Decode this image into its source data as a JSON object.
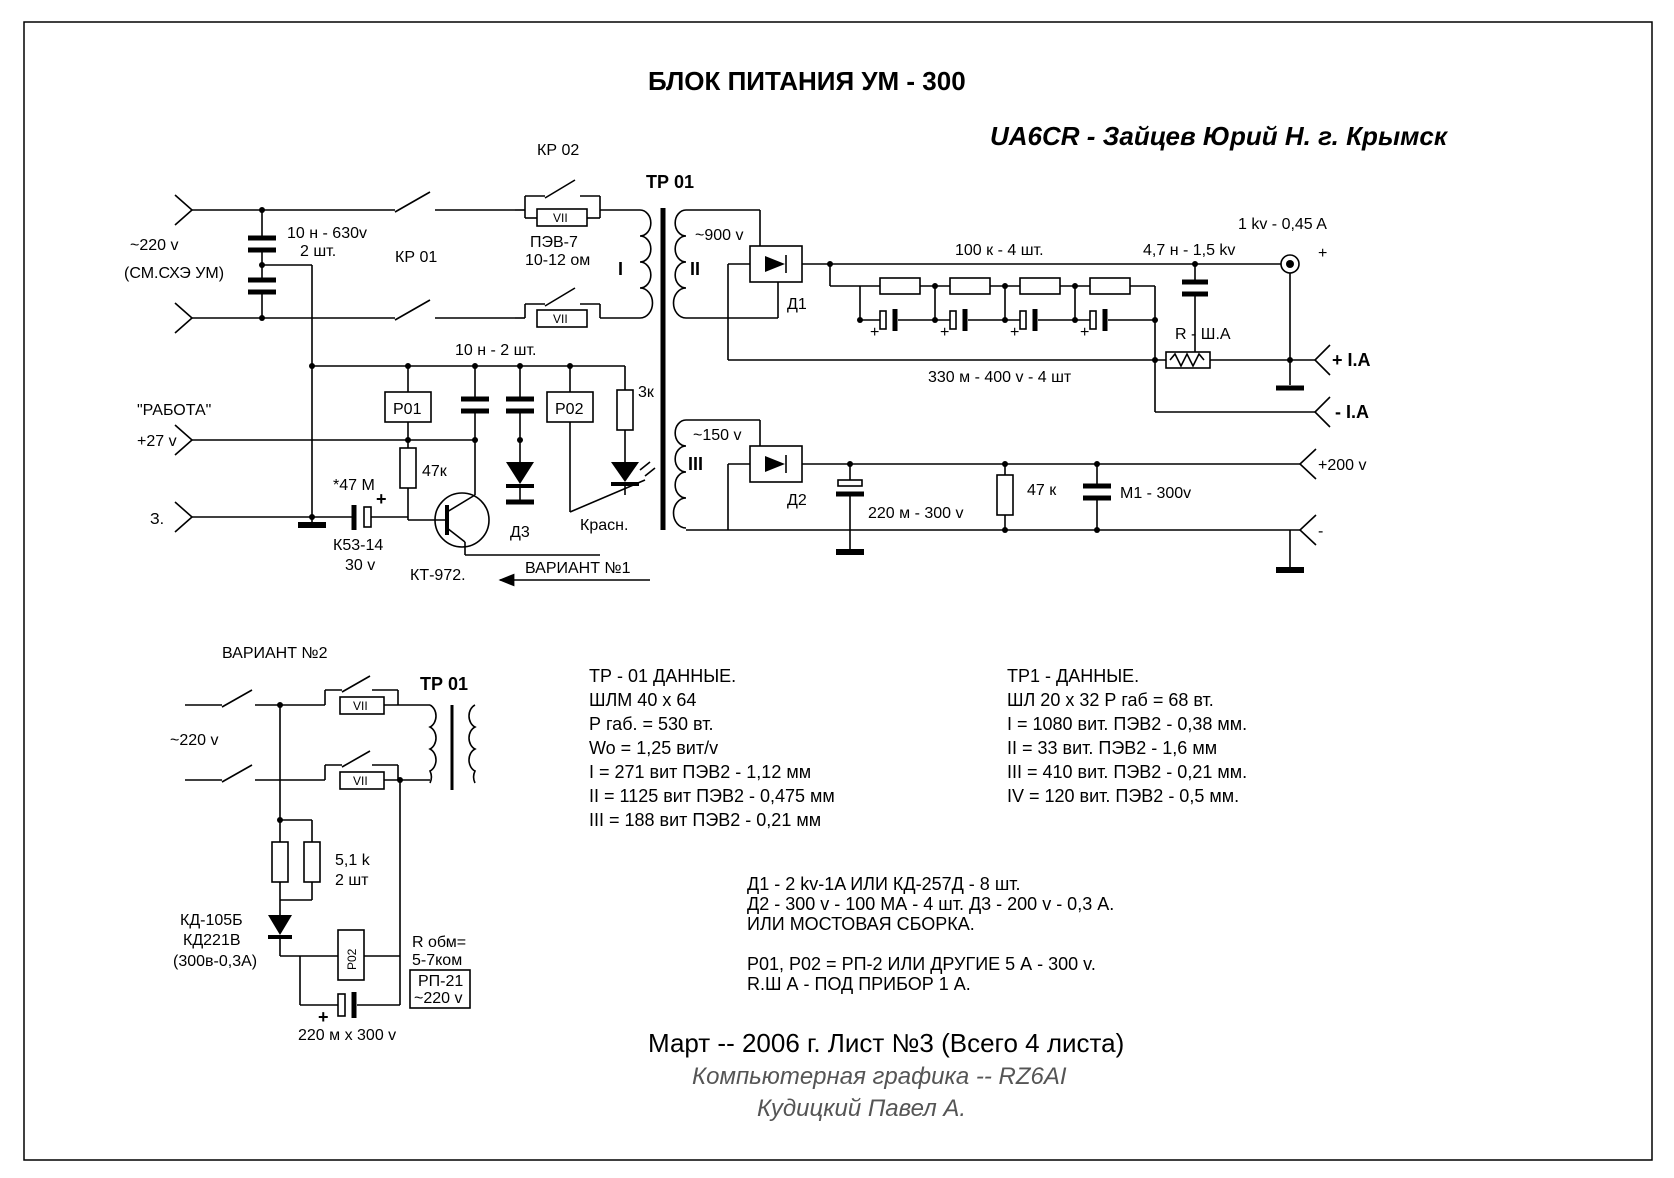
{
  "title": "БЛОК ПИТАНИЯ УМ - 300",
  "author": "UA6CR - Зайцев Юрий Н. г. Крымск",
  "schematic": {
    "mains_input": "~220 v",
    "mains_ref": "(СМ.СХЭ УМ)",
    "filter_caps": "10 н - 630v",
    "filter_caps_qty": "2 шт.",
    "kp01": "КР 01",
    "kp02": "КР 02",
    "resistor_pev": "ПЭВ-7",
    "resistor_pev_value": "10-12 ом",
    "vii": "VII",
    "tr01": "ТР 01",
    "winding_1": "I",
    "winding_2": "II",
    "winding_3": "III",
    "v900": "~900 v",
    "v150": "~150 v",
    "d1": "Д1",
    "d2": "Д2",
    "d3": "Д3",
    "res_chain": "100 к - 4 шт.",
    "cap_hv": "4,7 н - 1,5 kv",
    "hv_out": "1 kv - 0,45 A",
    "plus": "+",
    "minus": "-",
    "shunt": "R - Ш.А",
    "plus_ia": "+ I.A",
    "minus_ia": "- I.A",
    "cap_chain": "330 м - 400 v - 4 шт",
    "caps_10n": "10 н - 2 шт.",
    "rabota": "\"РАБОТА\"",
    "v27": "+27 v",
    "p01": "P01",
    "p02": "P02",
    "r3k": "3к",
    "r47k": "47к",
    "c47m": "*47 М",
    "k53": "К53-14",
    "k53v": "30 v",
    "z": "З.",
    "kt972": "КТ-972.",
    "krasn": "Красн.",
    "variant1": "ВАРИАНТ №1",
    "v200": "+200 v",
    "c220m": "220 м - 300 v",
    "r47k2": "47 к",
    "m1": "М1 - 300v",
    "ii": "II"
  },
  "variant2": {
    "label": "ВАРИАНТ №2",
    "tr": "ТР 01",
    "mains": "~220 v",
    "vii": "VII",
    "r51k": "5,1 k",
    "r51k_qty": "2 шт",
    "kd105": "КД-105Б",
    "kd221": "КД221В",
    "kd_rating": "(300в-0,3А)",
    "p02": "P02",
    "robm": "R обм=",
    "robm_val": "5-7ком",
    "rp21": "РП-21",
    "rp21v": "~220 v",
    "cap": "220 м х 300 v",
    "plus": "+"
  },
  "tr01_data": [
    "ТР - 01  ДАННЫЕ.",
    "ШЛМ 40 х 64",
    "Р габ. = 530 вт.",
    "Wo = 1,25 вит/v",
    "I = 271 вит  ПЭВ2 - 1,12 мм",
    "II = 1125 вит  ПЭВ2 - 0,475 мм",
    "III = 188 вит  ПЭВ2 - 0,21 мм"
  ],
  "tr1_data": [
    "ТР1 - ДАННЫЕ.",
    "ШЛ 20 х 32    Р габ = 68 вт.",
    "I = 1080 вит.  ПЭВ2 - 0,38 мм.",
    "II = 33 вит.  ПЭВ2 - 1,6 мм",
    "III = 410 вит.  ПЭВ2 - 0,21 мм.",
    "IV = 120 вит.  ПЭВ2 - 0,5 мм."
  ],
  "notes": [
    "Д1 - 2 kv-1A  ИЛИ КД-257Д - 8 шт.",
    "Д2 - 300 v - 100 МА - 4 шт. Д3 - 200 v - 0,3 А.",
    "ИЛИ МОСТОВАЯ СБОРКА.",
    "",
    "P01, P02 = РП-2  ИЛИ ДРУГИЕ  5 А - 300 v.",
    "R.Ш А - ПОД ПРИБОР 1 А."
  ],
  "footer": {
    "line1": "Март -- 2006 г. Лист №3 (Всего 4 листа)",
    "line2": "Компьютерная графика -- RZ6AI",
    "line3": "Кудицкий  Павел  А."
  }
}
